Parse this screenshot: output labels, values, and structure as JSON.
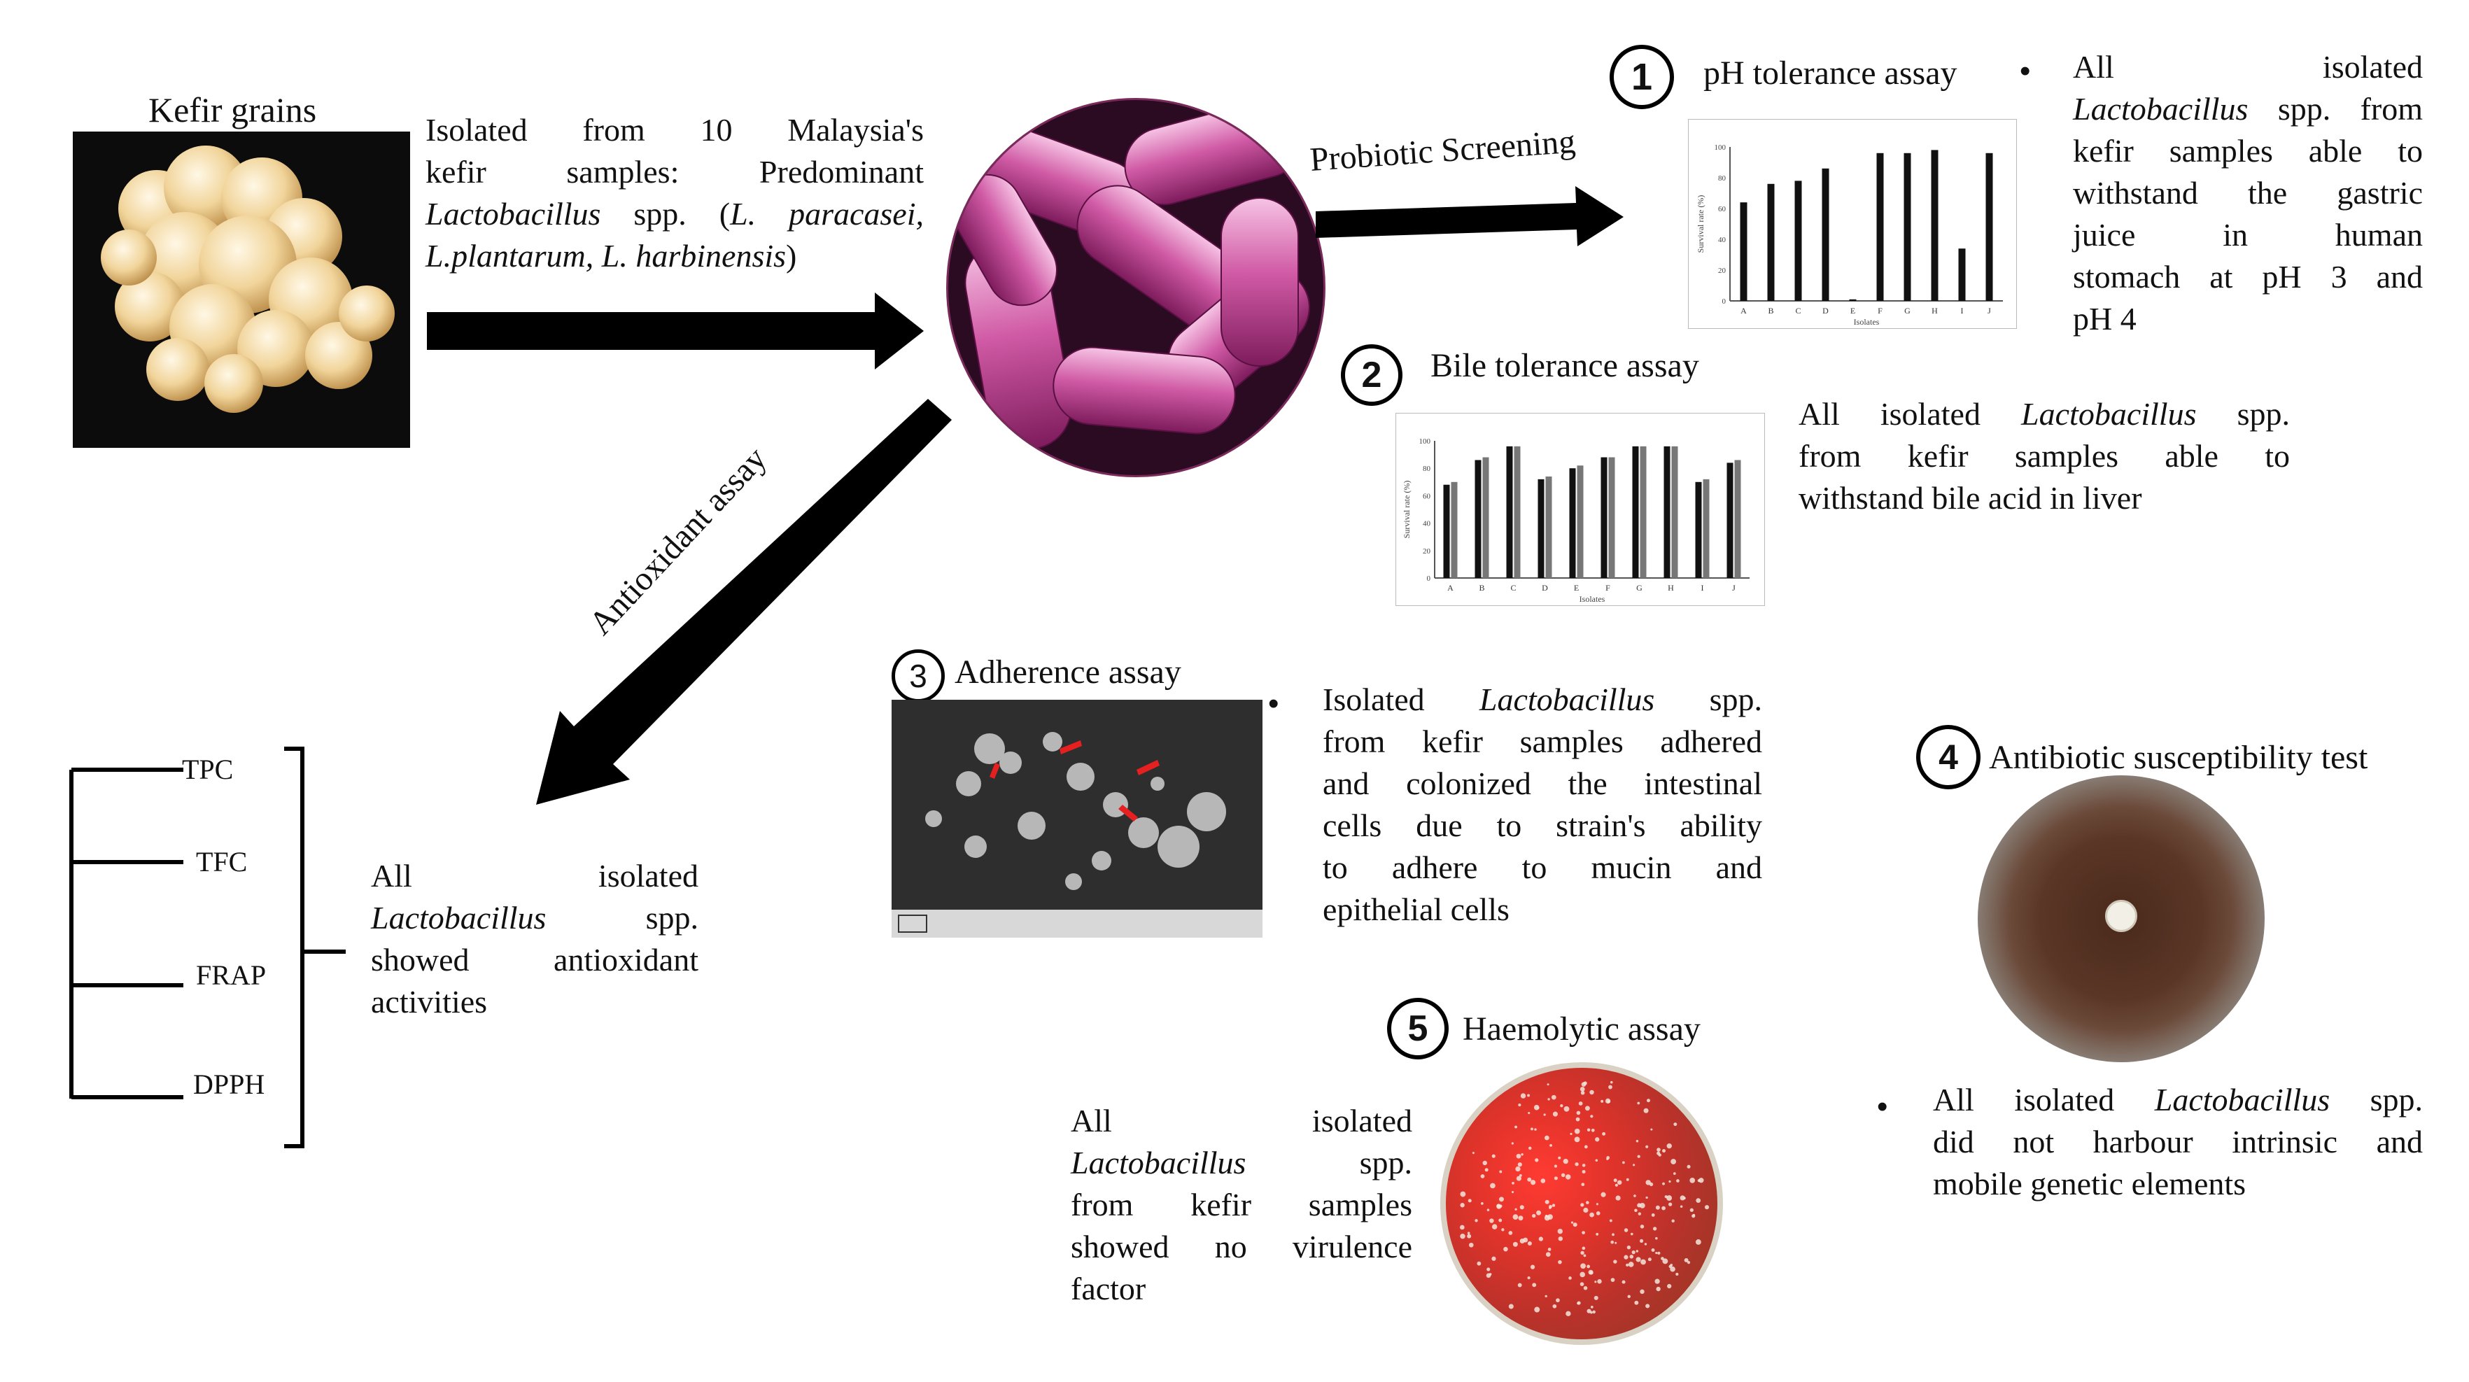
{
  "kefir": {
    "label": "Kefir grains",
    "isolation_lines": [
      "Isolated from 10 Malaysia's",
      "kefir samples: Predominant"
    ],
    "genus": "Lactobacillus",
    "spp_open": "spp. (",
    "species_line3": "L. paracasei,",
    "species_line4": "L.plantarum, L. harbinensis",
    "close": ")"
  },
  "arrows": {
    "probiotic": "Probiotic Screening",
    "antioxidant": "Antioxidant assay"
  },
  "assays": [
    {
      "num": "1",
      "title": "pH tolerance assay"
    },
    {
      "num": "2",
      "title": "Bile tolerance assay"
    },
    {
      "num": "3",
      "title": "Adherence assay"
    },
    {
      "num": "4",
      "title": "Antibiotic susceptibility test"
    },
    {
      "num": "5",
      "title": "Haemolytic assay"
    }
  ],
  "results": {
    "ph": {
      "line1_a": "All",
      "line1_b": "isolated",
      "genus": "Lactobacillus",
      "line2_rest": "spp. from",
      "rest_lines": [
        "kefir samples able to",
        "withstand the gastric",
        "juice in human",
        "stomach at pH 3 and"
      ],
      "last": "pH 4"
    },
    "bile": {
      "line1_a": "All isolated",
      "genus": "Lactobacillus",
      "line1_b": "spp.",
      "line2": "from kefir samples able to",
      "last": "withstand bile acid in liver"
    },
    "adherence": {
      "line1_a": "Isolated",
      "genus": "Lactobacillus",
      "line1_b": "spp.",
      "lines": [
        "from kefir samples adhered",
        "and colonized the intestinal",
        "cells due to strain's ability",
        "to adhere to mucin and"
      ],
      "last": "epithelial cells"
    },
    "antibiotic": {
      "line1_a": "All isolated",
      "genus": "Lactobacillus",
      "line1_b": "spp.",
      "line2": "did not harbour intrinsic and",
      "last": "mobile genetic elements"
    },
    "haemolytic": {
      "line1_a": "All",
      "line1_b": "isolated",
      "genus": "Lactobacillus",
      "line2_b": "spp.",
      "line3": "from kefir samples",
      "line4": "showed no virulence",
      "last": "factor"
    },
    "antioxidant": {
      "line1_a": "All",
      "line1_b": "isolated",
      "genus": "Lactobacillus",
      "line2_b": "spp.",
      "line3": "showed antioxidant",
      "last": "activities"
    }
  },
  "antioxidant_tests": [
    "TPC",
    "TFC",
    "FRAP",
    "DPPH"
  ],
  "ph_chart": {
    "categories": [
      "A",
      "B",
      "C",
      "D",
      "E",
      "F",
      "G",
      "H",
      "I",
      "J"
    ],
    "values": [
      64,
      76,
      78,
      86,
      1,
      96,
      96,
      98,
      34,
      96
    ],
    "ylim": [
      0,
      100
    ],
    "ylabel": "Survival rate (%)",
    "xlabel": "Isolates"
  },
  "bile_chart": {
    "categories": [
      "A",
      "B",
      "C",
      "D",
      "E",
      "F",
      "G",
      "H",
      "I",
      "J"
    ],
    "series": [
      {
        "values": [
          68,
          86,
          96,
          72,
          80,
          88,
          96,
          96,
          70,
          84
        ]
      },
      {
        "values": [
          70,
          88,
          96,
          74,
          82,
          88,
          96,
          96,
          72,
          86
        ]
      }
    ],
    "ylim": [
      0,
      100
    ],
    "ylabel": "Survival rate (%)",
    "xlabel": "Isolates"
  },
  "colors": {
    "arrow": "#000000",
    "bacteria": "#c0398a",
    "agar_red": "#c9302c",
    "plate_brown": "#5a3a28"
  }
}
